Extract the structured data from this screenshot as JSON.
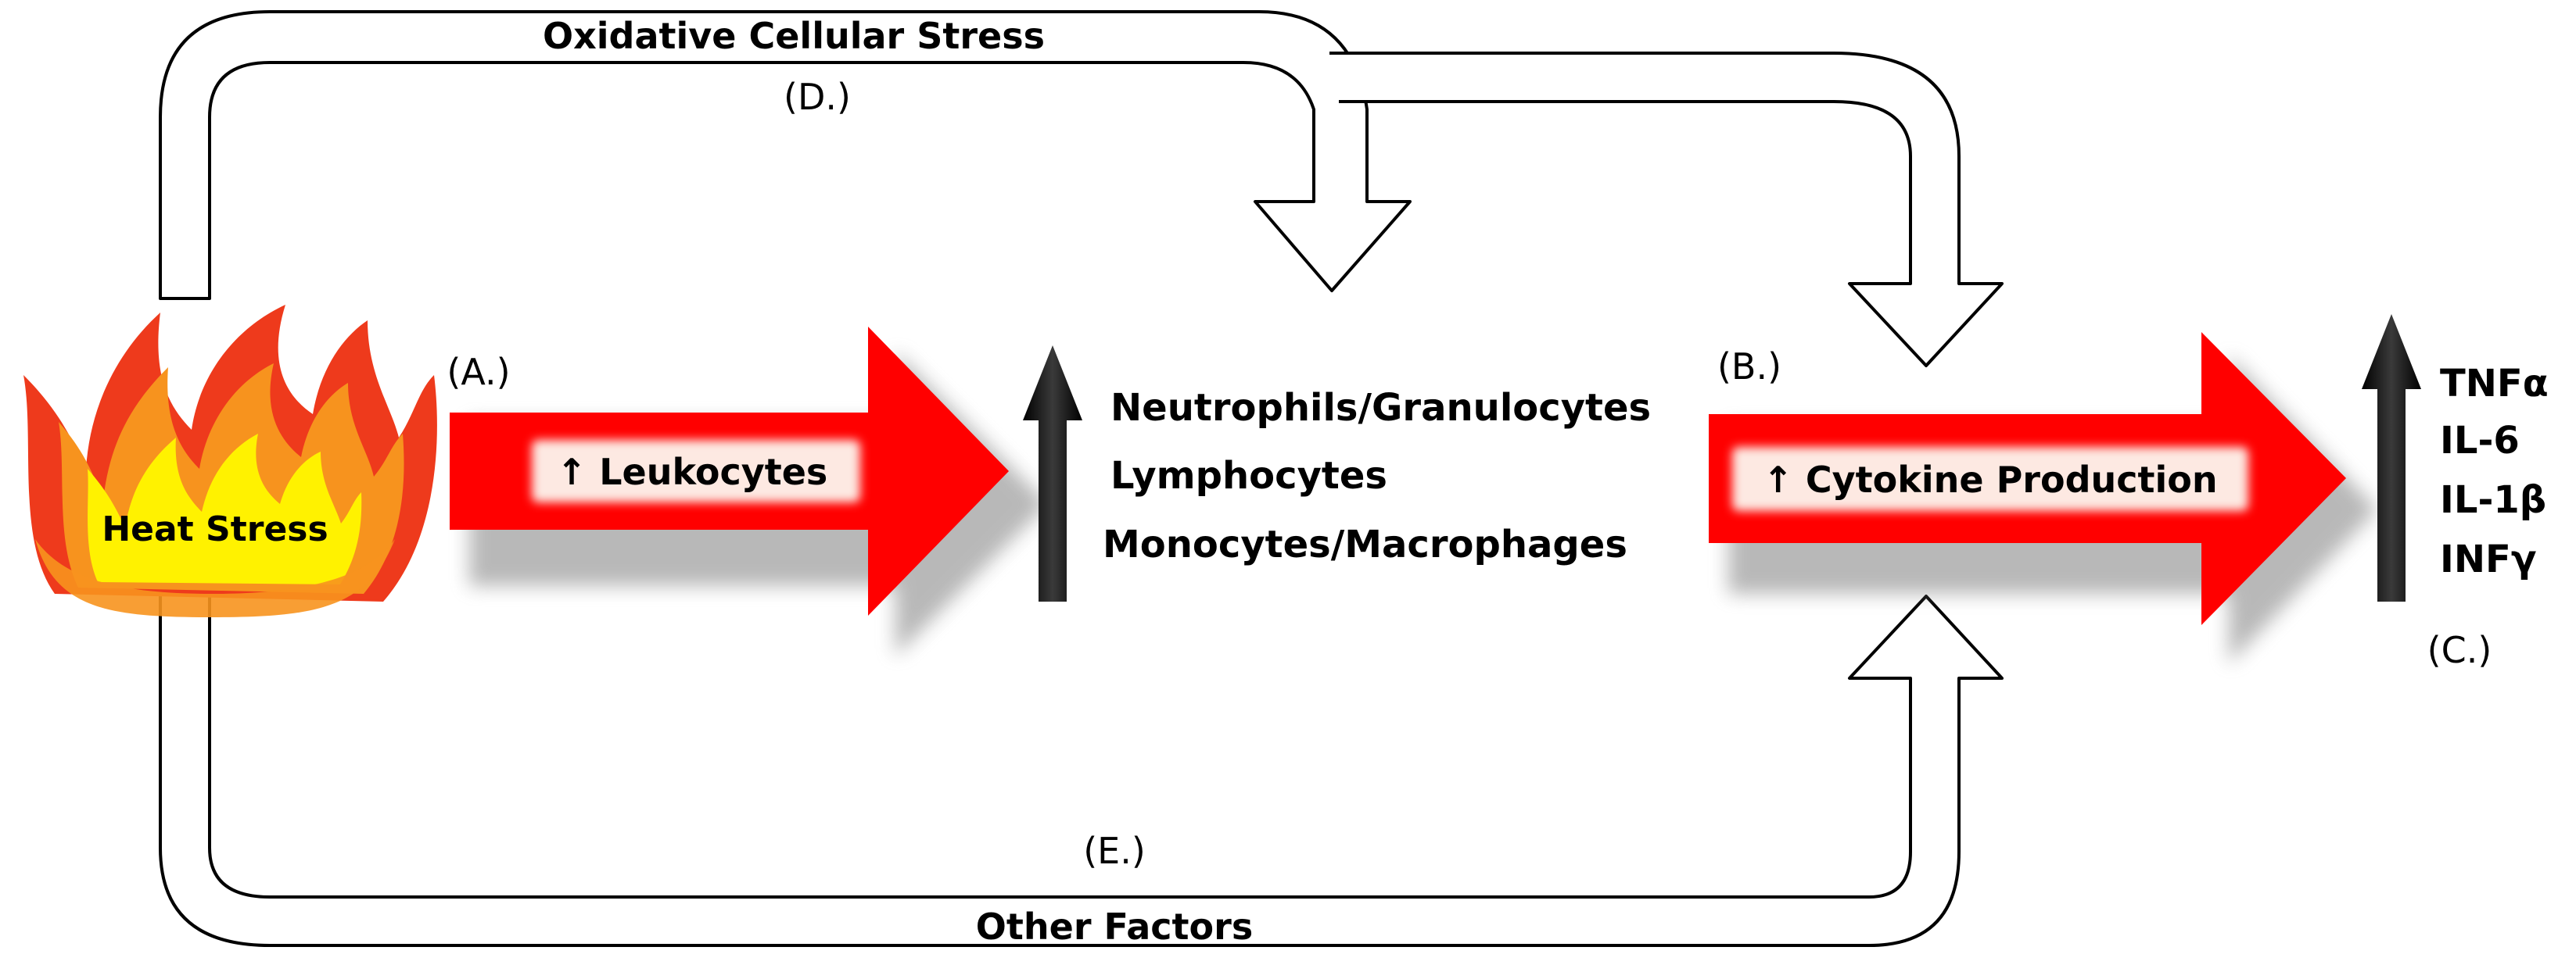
{
  "labels": {
    "heat_stress": "Heat Stress",
    "oxidative_stress": "Oxidative Cellular Stress",
    "other_factors": "Other Factors",
    "marker_a": "(A.)",
    "marker_b": "(B.)",
    "marker_c": "(C.)",
    "marker_d": "(D.)",
    "marker_e": "(E.)",
    "leukocytes": "↑ Leukocytes",
    "cytokine_production": "↑ Cytokine Production"
  },
  "cell_types": [
    "Neutrophils/Granulocytes",
    "Lymphocytes",
    "Monocytes/Macrophages"
  ],
  "cytokines": [
    "TNFα",
    "IL-6",
    "IL-1β",
    "INFγ"
  ],
  "colors": {
    "big_arrow": "#ff0000",
    "arrow_label_bg": "#fde9e2",
    "flame_outer": "#ee3a1c",
    "flame_mid": "#f7931e",
    "flame_core": "#fff200",
    "up_arrow": "#1a1a1a",
    "outline": "#000000"
  }
}
